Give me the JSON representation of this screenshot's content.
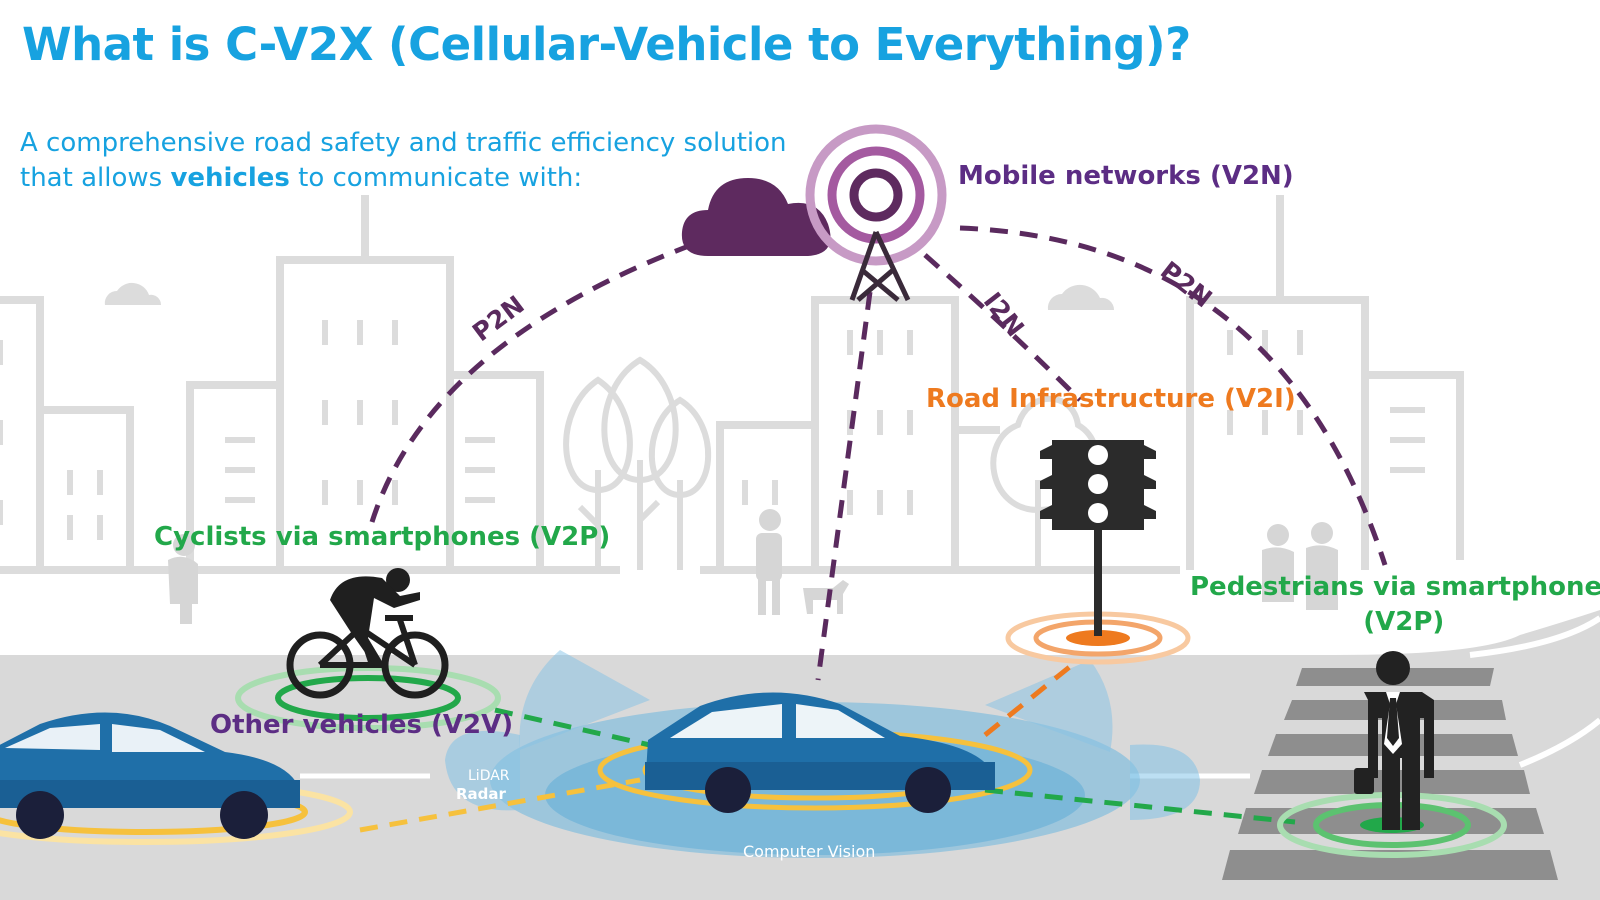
{
  "title": "What is C-V2X (Cellular-Vehicle to Everything)?",
  "subtitle": {
    "line1": "A comprehensive road safety and traffic efficiency solution",
    "line2_pre": "that allows ",
    "line2_bold": "vehicles",
    "line2_post": " to communicate with:"
  },
  "labels": {
    "mobile_networks": "Mobile networks (V2N)",
    "road_infrastructure": "Road Infrastructure (V2I)",
    "cyclists": "Cyclists via smartphones (V2P)",
    "pedestrians_line1": "Pedestrians via smartphones",
    "pedestrians_line2": "(V2P)",
    "other_vehicles": "Other vehicles (V2V)",
    "lidar": "LiDAR",
    "radar": "Radar",
    "computer_vision": "Computer Vision"
  },
  "links": {
    "p2n_left": "P2N",
    "i2n": "I2N",
    "p2n_right": "P2N"
  },
  "colors": {
    "title_blue": "#17a2e0",
    "network_purple": "#5c2d84",
    "link_purple": "#5a2a5e",
    "infrastructure_orange": "#ee7a1f",
    "pedestrian_green": "#22a84a",
    "car_blue": "#1f6fa8",
    "sensor_yellow": "#f6c13d"
  }
}
